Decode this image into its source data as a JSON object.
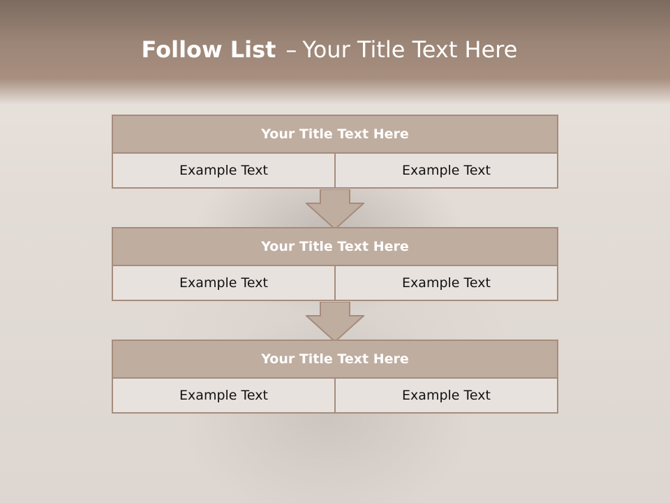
{
  "slide": {
    "title_bold": "Follow List",
    "title_sep": "–",
    "title_rest": "Your Title Text Here"
  },
  "blocks": [
    {
      "title": "Your Title Text Here",
      "cells": [
        "Example Text",
        "Example Text"
      ]
    },
    {
      "title": "Your Title Text Here",
      "cells": [
        "Example Text",
        "Example Text"
      ]
    },
    {
      "title": "Your Title Text Here",
      "cells": [
        "Example Text",
        "Example Text"
      ]
    }
  ],
  "colors": {
    "header": "#9b8576",
    "block_title_fill": "#bfada0",
    "block_border": "#a58c7c",
    "cell_fill": "#e8e2de",
    "arrow_fill": "#bfada0"
  },
  "icons": [
    "down-arrow-icon",
    "down-arrow-icon"
  ]
}
